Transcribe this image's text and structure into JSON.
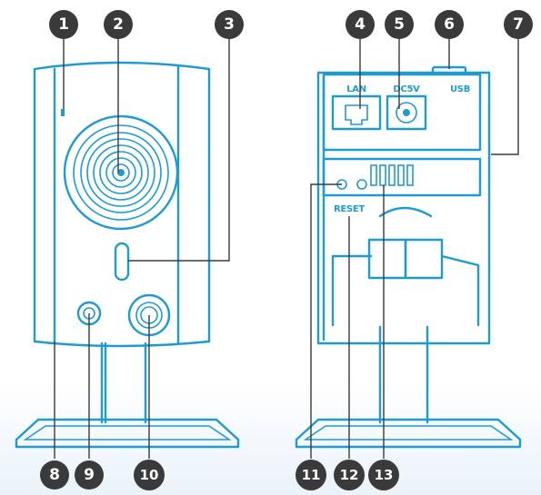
{
  "diagram": {
    "front_view": {},
    "rear_view": {
      "labels": {
        "lan": "LAN",
        "dc5v": "DC5V",
        "usb": "USB",
        "reset": "RESET"
      }
    },
    "callouts": [
      {
        "number": "1"
      },
      {
        "number": "2"
      },
      {
        "number": "3"
      },
      {
        "number": "4"
      },
      {
        "number": "5"
      },
      {
        "number": "6"
      },
      {
        "number": "7"
      },
      {
        "number": "8"
      },
      {
        "number": "9"
      },
      {
        "number": "10"
      },
      {
        "number": "11"
      },
      {
        "number": "12"
      },
      {
        "number": "13"
      }
    ],
    "colors": {
      "outline": "#1f9bd2",
      "callout_badge": "#3a3a3a",
      "leader_line": "#3a3a3a"
    }
  }
}
